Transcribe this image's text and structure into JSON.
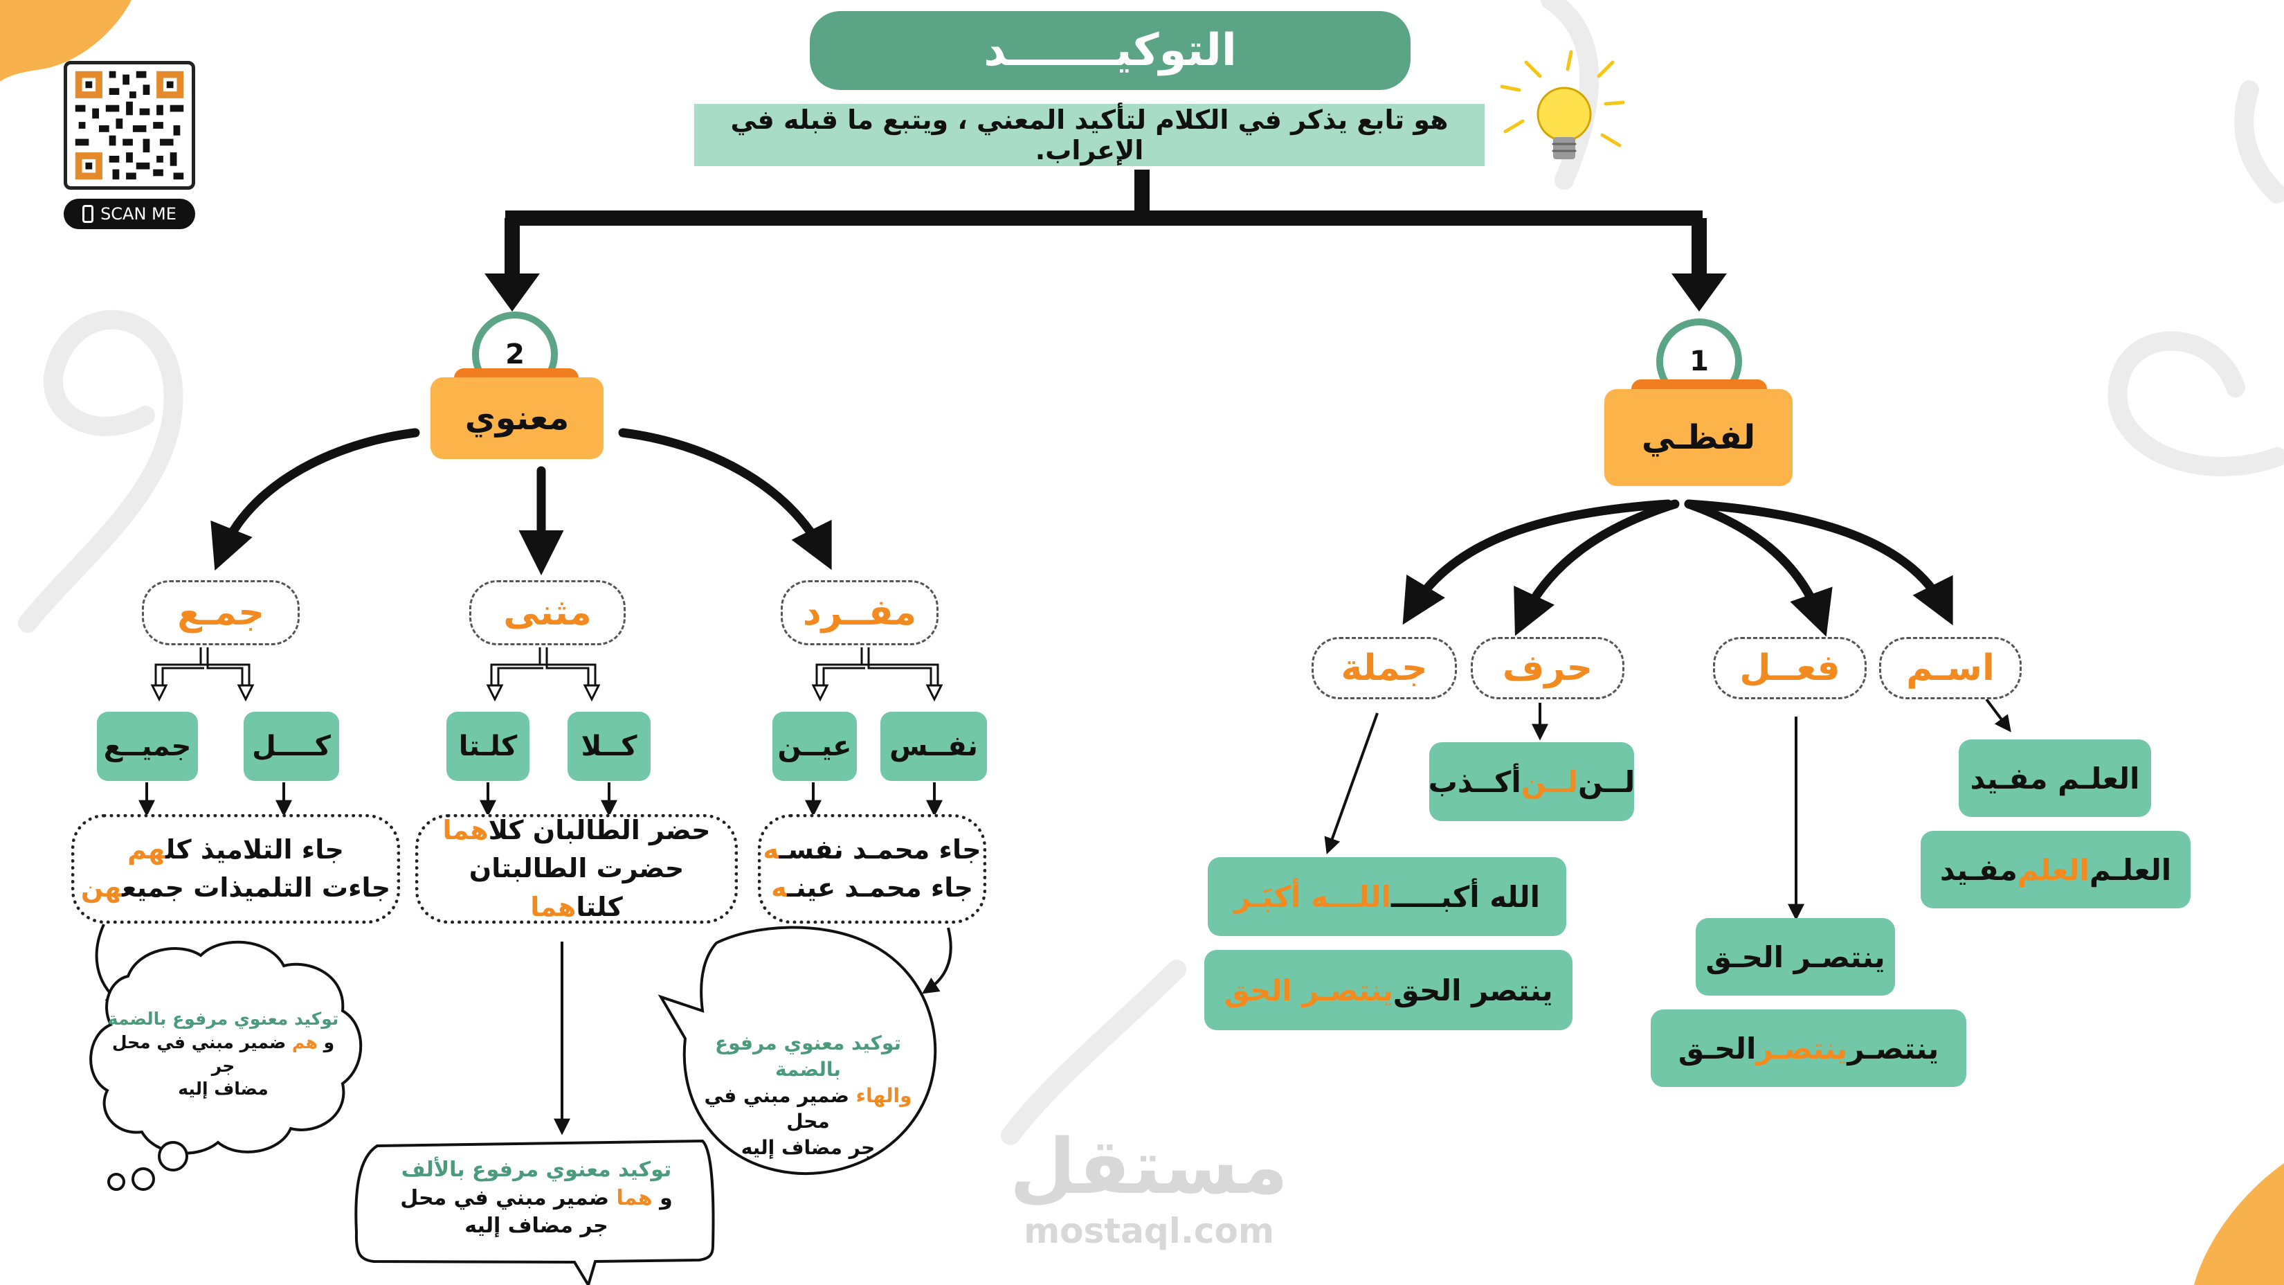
{
  "title": "التوكيـــــــد",
  "definition": "هو تابع يذكر في الكلام لتأكيد المعني ، ويتبع ما قبله في الإعراب.",
  "qr": {
    "label": "SCAN ME"
  },
  "watermark": {
    "arabic": "مستقل",
    "latin": "mostaql.com"
  },
  "colors": {
    "green": "#5ba486",
    "light_green": "#73c7a9",
    "orange": "#f28a1f",
    "yellow": "#fbb34a"
  },
  "lafzi": {
    "number": "1",
    "label": "لفظـي",
    "categories": {
      "ism": "اسـم",
      "fil": "فعــل",
      "harf": "حرف",
      "jumla": "جملة"
    },
    "ism_examples": {
      "ex1": "العلـم مفـيد",
      "ex2_a": "العلـم ",
      "ex2_b": "العلم",
      "ex2_c": " مفـيد"
    },
    "fil_examples": {
      "ex1": "ينتصـر الحـق",
      "ex2_a": "ينتصـر ",
      "ex2_b": "ينتصـر",
      "ex2_c": "  الحـق"
    },
    "harf_example": {
      "a": "لــن ",
      "b": "لــن",
      "c": " أكــذب"
    },
    "jumla_examples": {
      "ex1_a": "الله أكبـــــ  ",
      "ex1_b": "اللـــه أكبَـر",
      "ex2_a": "ينتصر الحق  ",
      "ex2_b": "ينتصـر الحق"
    }
  },
  "manawi": {
    "number": "2",
    "label": "معنوي",
    "categories": {
      "mufrad": "مفــرد",
      "muthanna": "مثنى",
      "jam": "جمـع"
    },
    "mufrad": {
      "w1": "نفــس",
      "w2": "عيــن",
      "line1_a": "جاء محمـد نفسـ",
      "line1_b": "ه",
      "line2_a": "جاء محمـد عينـ",
      "line2_b": "ه",
      "note_title": "توكيد معنوي مرفوع بالضمة",
      "note_a": "والهاء",
      "note_b": " ضمير مبني في محل",
      "note_c": "جر مضاف إليه"
    },
    "muthanna": {
      "w1": "كــلا",
      "w2": "كلـتا",
      "line1_a": "حضر الطالبان كلا",
      "line1_b": "هما",
      "line2_a": "حضرت الطالبتان كلتا",
      "line2_b": "هما",
      "note_title": "توكيد معنوي مرفوع بالألف",
      "note_a": "و ",
      "note_b": "هما",
      "note_c": " ضمير مبني في محل",
      "note_d": "جر مضاف إليه"
    },
    "jam": {
      "w1": "كــــل",
      "w2": "جميــع",
      "line1_a": "جاء التلاميذ كل",
      "line1_b": "هم",
      "line2_a": "جاءت التلميذات جميع",
      "line2_b": "هن",
      "note_title": "توكيد معنوي مرفوع بالضمة",
      "note_a": "و ",
      "note_b": "هم",
      "note_c": " ضمير مبني في محل جر",
      "note_d": "مضاف إليه"
    }
  }
}
